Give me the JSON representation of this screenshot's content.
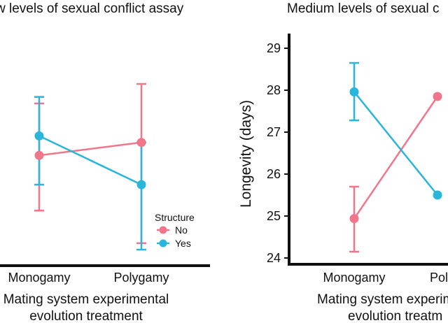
{
  "chart_data": [
    {
      "type": "line",
      "title": "w levels of sexual conflict assay",
      "xlabel": [
        "Mating system experimental",
        "evolution treatment"
      ],
      "ylabel": "",
      "categories": [
        "Monogamy",
        "Polygamy"
      ],
      "legend": {
        "title": "Structure",
        "placement": "right",
        "entries": [
          {
            "label": "No",
            "color": "#F0768B"
          },
          {
            "label": "Yes",
            "color": "#2AB5DB"
          }
        ]
      },
      "series": [
        {
          "name": "No",
          "color": "#F0768B",
          "values": [
            26.0,
            26.4
          ],
          "err_low": [
            24.3,
            23.3
          ],
          "err_high": [
            27.6,
            28.2
          ]
        },
        {
          "name": "Yes",
          "color": "#2AB5DB",
          "values": [
            26.6,
            25.1
          ],
          "err_low": [
            25.1,
            23.1
          ],
          "err_high": [
            27.8,
            26.4
          ]
        }
      ],
      "ylim": [
        22.65,
        29.75
      ],
      "grid": false
    },
    {
      "type": "line",
      "title": "Medium levels of sexual c",
      "xlabel": [
        "Mating system experim",
        "evolution treatm"
      ],
      "ylabel": "Longevity (days)",
      "categories": [
        "Monogamy",
        "Pol"
      ],
      "yticks": [
        24,
        25,
        26,
        27,
        28,
        29
      ],
      "series": [
        {
          "name": "No",
          "color": "#F0768B",
          "values": [
            24.94,
            27.85
          ],
          "err_low": [
            24.15,
            null
          ],
          "err_high": [
            25.7,
            null
          ]
        },
        {
          "name": "Yes",
          "color": "#2AB5DB",
          "values": [
            27.96,
            25.5
          ],
          "err_low": [
            27.28,
            null
          ],
          "err_high": [
            28.65,
            null
          ]
        }
      ],
      "ylim": [
        23.85,
        29.35
      ],
      "grid": false
    }
  ]
}
